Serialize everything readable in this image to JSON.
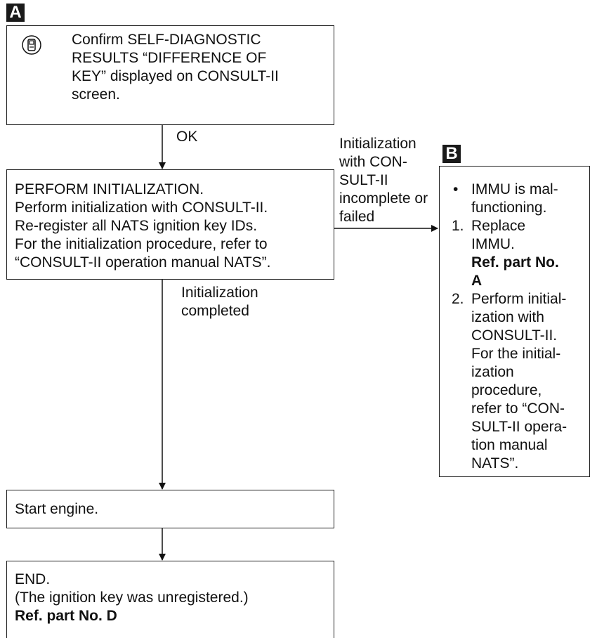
{
  "labels": {
    "tag_a": "A",
    "tag_b": "B"
  },
  "box_confirm": {
    "lines": [
      "Confirm SELF-DIAGNOSTIC",
      "RESULTS “DIFFERENCE OF",
      "KEY” displayed on CONSULT-II",
      "screen."
    ],
    "icon": "consult-tester-icon"
  },
  "edge_ok": "OK",
  "box_initialization": {
    "lines": [
      "PERFORM INITIALIZATION.",
      "Perform initialization with CONSULT-II.",
      "Re-register all NATS ignition key IDs.",
      "For the initialization procedure, refer to",
      "“CONSULT-II operation manual NATS”."
    ]
  },
  "edge_failed": {
    "lines": [
      "Initialization",
      "with CON-",
      "SULT-II",
      "incomplete or",
      "failed"
    ]
  },
  "edge_completed": {
    "lines": [
      "Initialization",
      "completed"
    ]
  },
  "box_immu": {
    "bullet": "•",
    "bullet_lines": [
      "IMMU is mal-",
      "functioning."
    ],
    "step1_num": "1.",
    "step1_lines": [
      "Replace",
      "IMMU."
    ],
    "step1_ref_lines": [
      "Ref. part No.",
      "A"
    ],
    "step2_num": "2.",
    "step2_lines": [
      "Perform initial-",
      "ization with",
      "CONSULT-II.",
      "For the initial-",
      "ization",
      "procedure,",
      "refer to “CON-",
      "SULT-II opera-",
      "tion manual",
      "NATS”."
    ]
  },
  "box_start": {
    "text": "Start engine."
  },
  "box_end": {
    "lines": [
      "END.",
      "(The ignition key was unregistered.)"
    ],
    "ref": "Ref. part No. D"
  }
}
